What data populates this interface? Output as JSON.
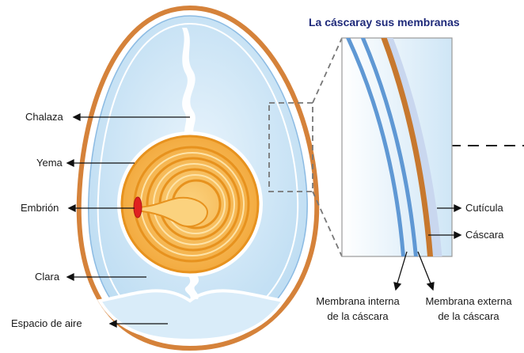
{
  "title": "La cáscaray sus membranas",
  "labels": {
    "chalaza": "Chalaza",
    "yema": "Yema",
    "embrion": "Embrión",
    "clara": "Clara",
    "espacio_aire": "Espacio de aire",
    "cuticula": "Cutícula",
    "cascara": "Cáscara",
    "membrana_interna": [
      "Membrana interna",
      "de la cáscara"
    ],
    "membrana_externa": [
      "Membrana externa",
      "de la cáscara"
    ]
  },
  "colors": {
    "shell": "#d5823a",
    "albumen": "#cfe6f6",
    "inner_membrane": "#6fa5d8",
    "yolk_light": "#f8b94c",
    "yolk_dark": "#e7921e",
    "embryo": "#e02020",
    "title": "#1f2a7a"
  }
}
